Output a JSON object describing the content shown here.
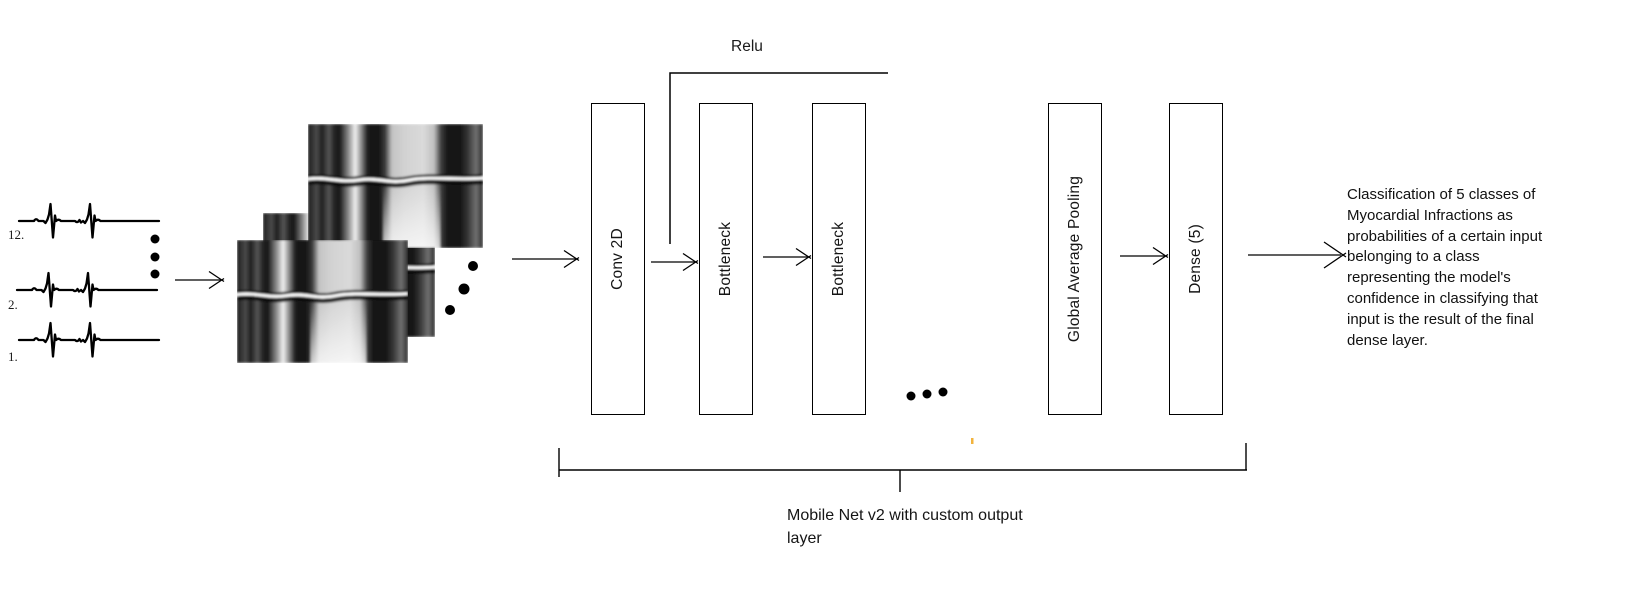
{
  "canvas": {
    "background": "#ffffff"
  },
  "input_signals": {
    "lead_labels": [
      "12.",
      "2.",
      "1."
    ],
    "ellipsis": "vertical-dots"
  },
  "pipeline": {
    "relu_label": "Relu",
    "layers": [
      {
        "label": "Conv 2D"
      },
      {
        "label": "Bottleneck"
      },
      {
        "label": "Bottleneck"
      },
      {
        "label": "Global Average Pooling"
      },
      {
        "label": "Dense (5)"
      }
    ],
    "hidden_layers_ellipsis": "horizontal-dots"
  },
  "bracket_caption": {
    "lines": [
      "Mobile Net v2 with custom output",
      "layer"
    ]
  },
  "output_description": {
    "lines": [
      "Classification of 5 classes of",
      "Myocardial Infractions as",
      "probabilities of a certain input",
      "belonging to a class",
      "representing the model's",
      "confidence in classifying that",
      "input is the result of the final",
      "dense layer."
    ]
  },
  "colors": {
    "stroke": "#000000",
    "text": "#1a1a1a",
    "highlight_mark": "#f2b33d",
    "background": "#ffffff"
  }
}
